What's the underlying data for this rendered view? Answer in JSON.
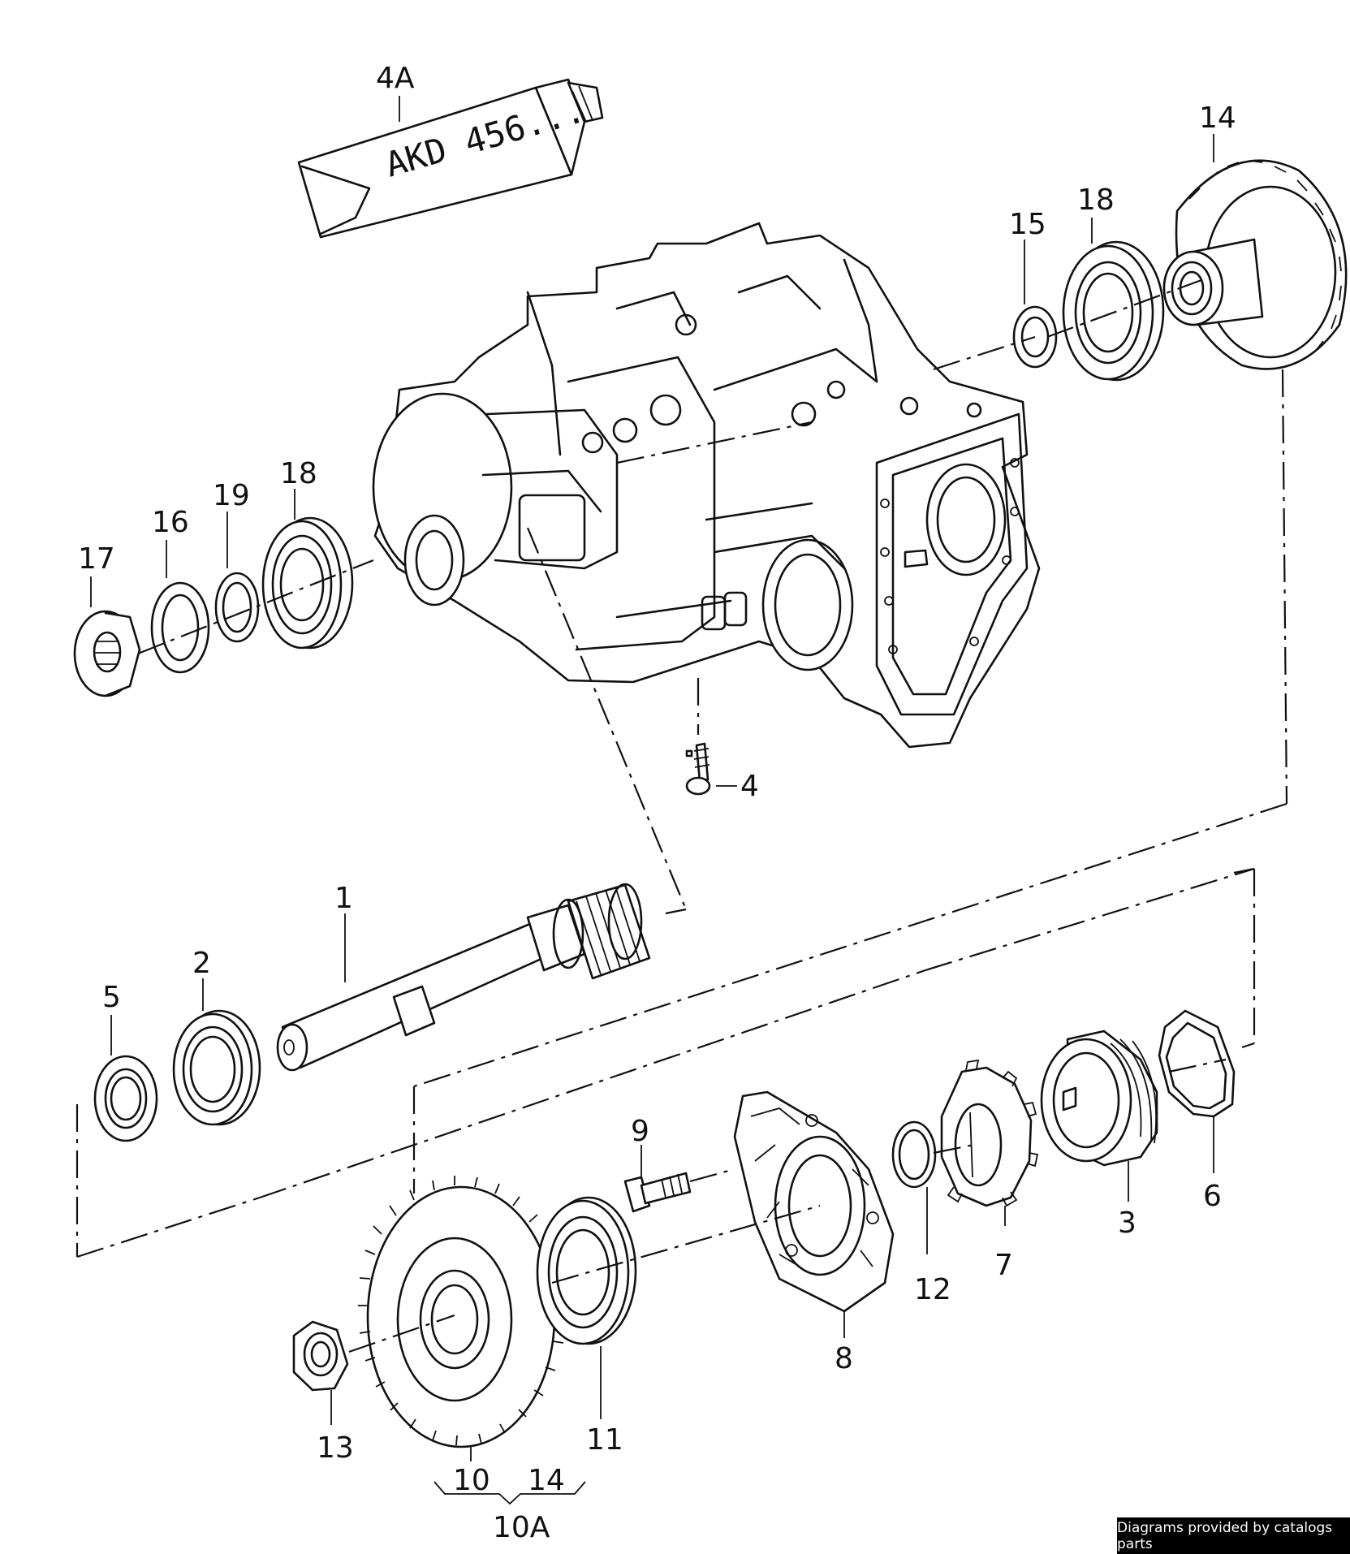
{
  "credit": "Diagrams provided by catalogs parts",
  "tube_text": "AKD 456...",
  "labels": {
    "p1": "1",
    "p2": "2",
    "p3": "3",
    "p4": "4",
    "p4a": "4A",
    "p5": "5",
    "p6": "6",
    "p7": "7",
    "p8": "8",
    "p9": "9",
    "p10": "10",
    "p10_group": "10",
    "p10a": "10A",
    "p11": "11",
    "p12": "12",
    "p13": "13",
    "p14_top": "14",
    "p14_group": "14",
    "p15": "15",
    "p16": "16",
    "p17": "17",
    "p18_left": "18",
    "p18_right": "18",
    "p19": "19"
  }
}
